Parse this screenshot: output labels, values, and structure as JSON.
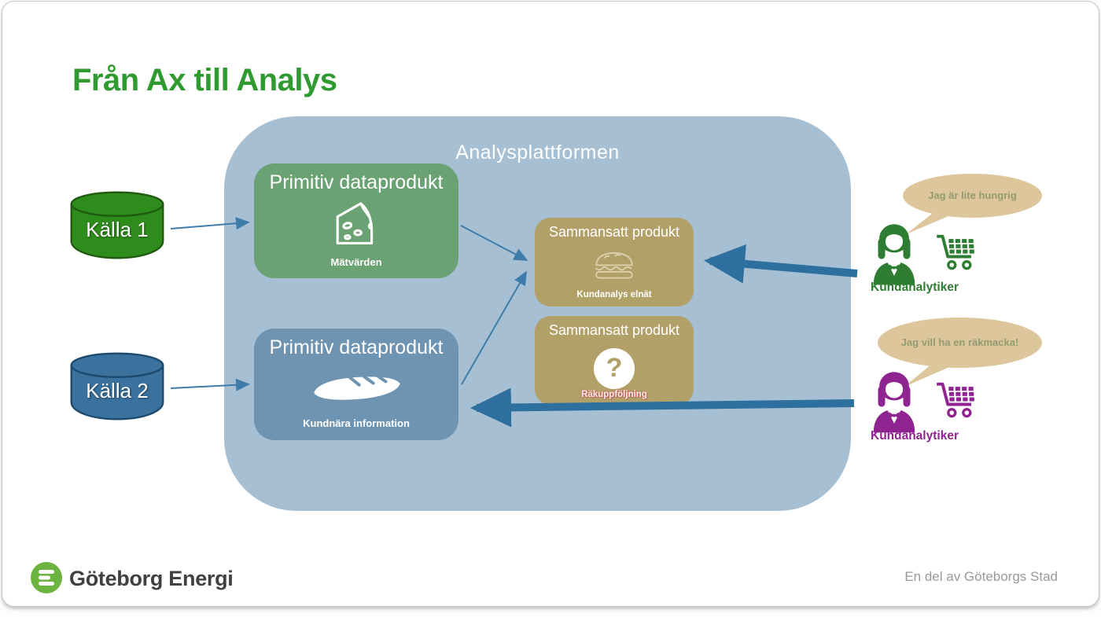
{
  "title": "Från Ax till Analys",
  "platform": {
    "label": "Analysplattformen"
  },
  "sources": [
    {
      "label": "Källa 1",
      "color": "#2e8c1c"
    },
    {
      "label": "Källa 2",
      "color": "#3a719d"
    }
  ],
  "primitives": [
    {
      "title": "Primitiv dataprodukt",
      "caption": "Mätvärden",
      "icon": "cheese-icon",
      "color": "#6ba273"
    },
    {
      "title": "Primitiv dataprodukt",
      "caption": "Kundnära information",
      "icon": "baguette-icon",
      "color": "#6f94b2"
    }
  ],
  "composites": [
    {
      "title": "Sammansatt produkt",
      "caption": "Kundanalys elnät",
      "icon": "sandwich-icon",
      "color": "#b2a069"
    },
    {
      "title": "Sammansatt produkt",
      "caption": "Räkuppföljning",
      "icon": "question-icon",
      "icon_glyph": "?",
      "color": "#b2a069"
    }
  ],
  "analysts": [
    {
      "label": "Kundanalytiker",
      "speech": "Jag är lite hungrig",
      "color": "#2e7d32"
    },
    {
      "label": "Kundanalytiker",
      "speech": "Jag vill ha en räkmacka!",
      "color": "#8f2490"
    }
  ],
  "footer": {
    "brand": "Göteborg Energi",
    "tagline": "En del av Göteborgs Stad"
  },
  "colors": {
    "title_green": "#2f9a2f",
    "platform_blue": "#a7bfd2",
    "bubble_tan": "#ddc69c",
    "thick_arrow_blue": "#2d6f9e",
    "thin_arrow_blue": "#3e7dab"
  }
}
